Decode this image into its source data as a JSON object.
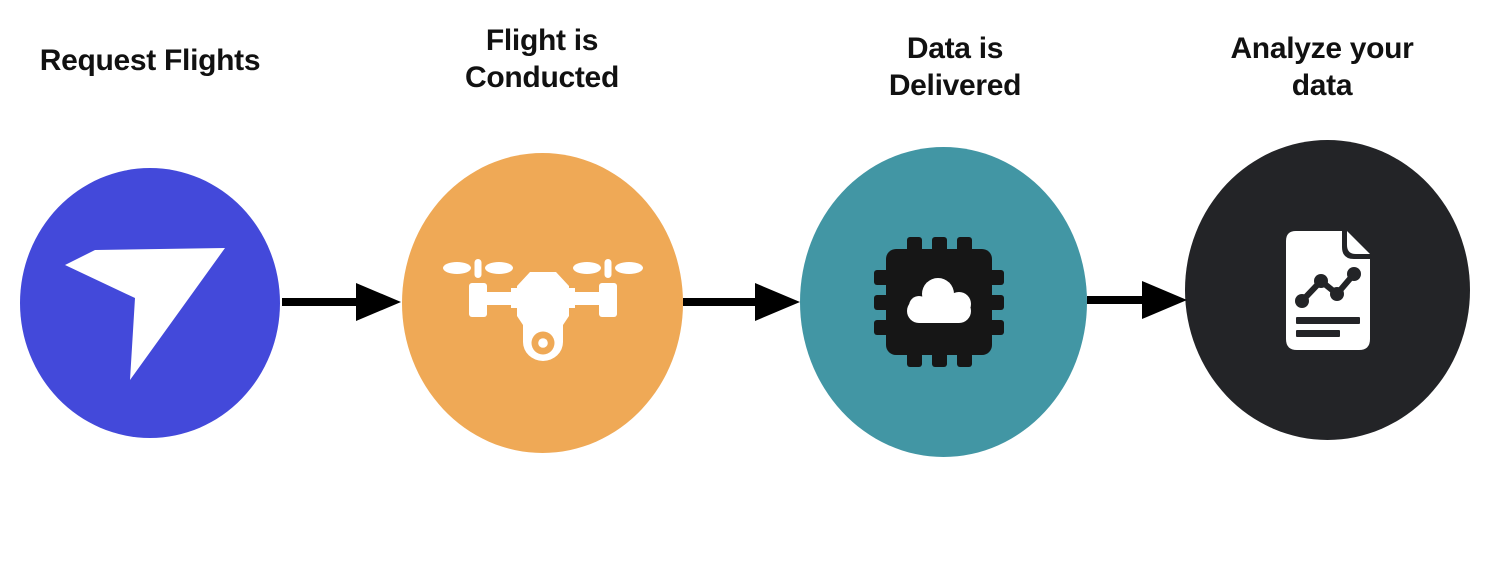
{
  "diagram": {
    "background": "#ffffff",
    "arrow_color": "#000000",
    "label_color": "#111111",
    "steps": [
      {
        "label": "Request Flights",
        "circle_color": "#4349DA",
        "icon": "send-plane-icon",
        "icon_color": "#ffffff"
      },
      {
        "label": "Flight is Conducted",
        "circle_color": "#EFA956",
        "icon": "drone-icon",
        "icon_color": "#ffffff"
      },
      {
        "label": "Data is Delivered",
        "circle_color": "#4296A4",
        "icon": "chip-cloud-icon",
        "icon_color": "#161616",
        "icon_accent_color": "#ffffff"
      },
      {
        "label": "Analyze your data",
        "circle_color": "#232427",
        "icon": "report-document-icon",
        "icon_color": "#ffffff",
        "icon_accent_color": "#232427"
      }
    ]
  }
}
